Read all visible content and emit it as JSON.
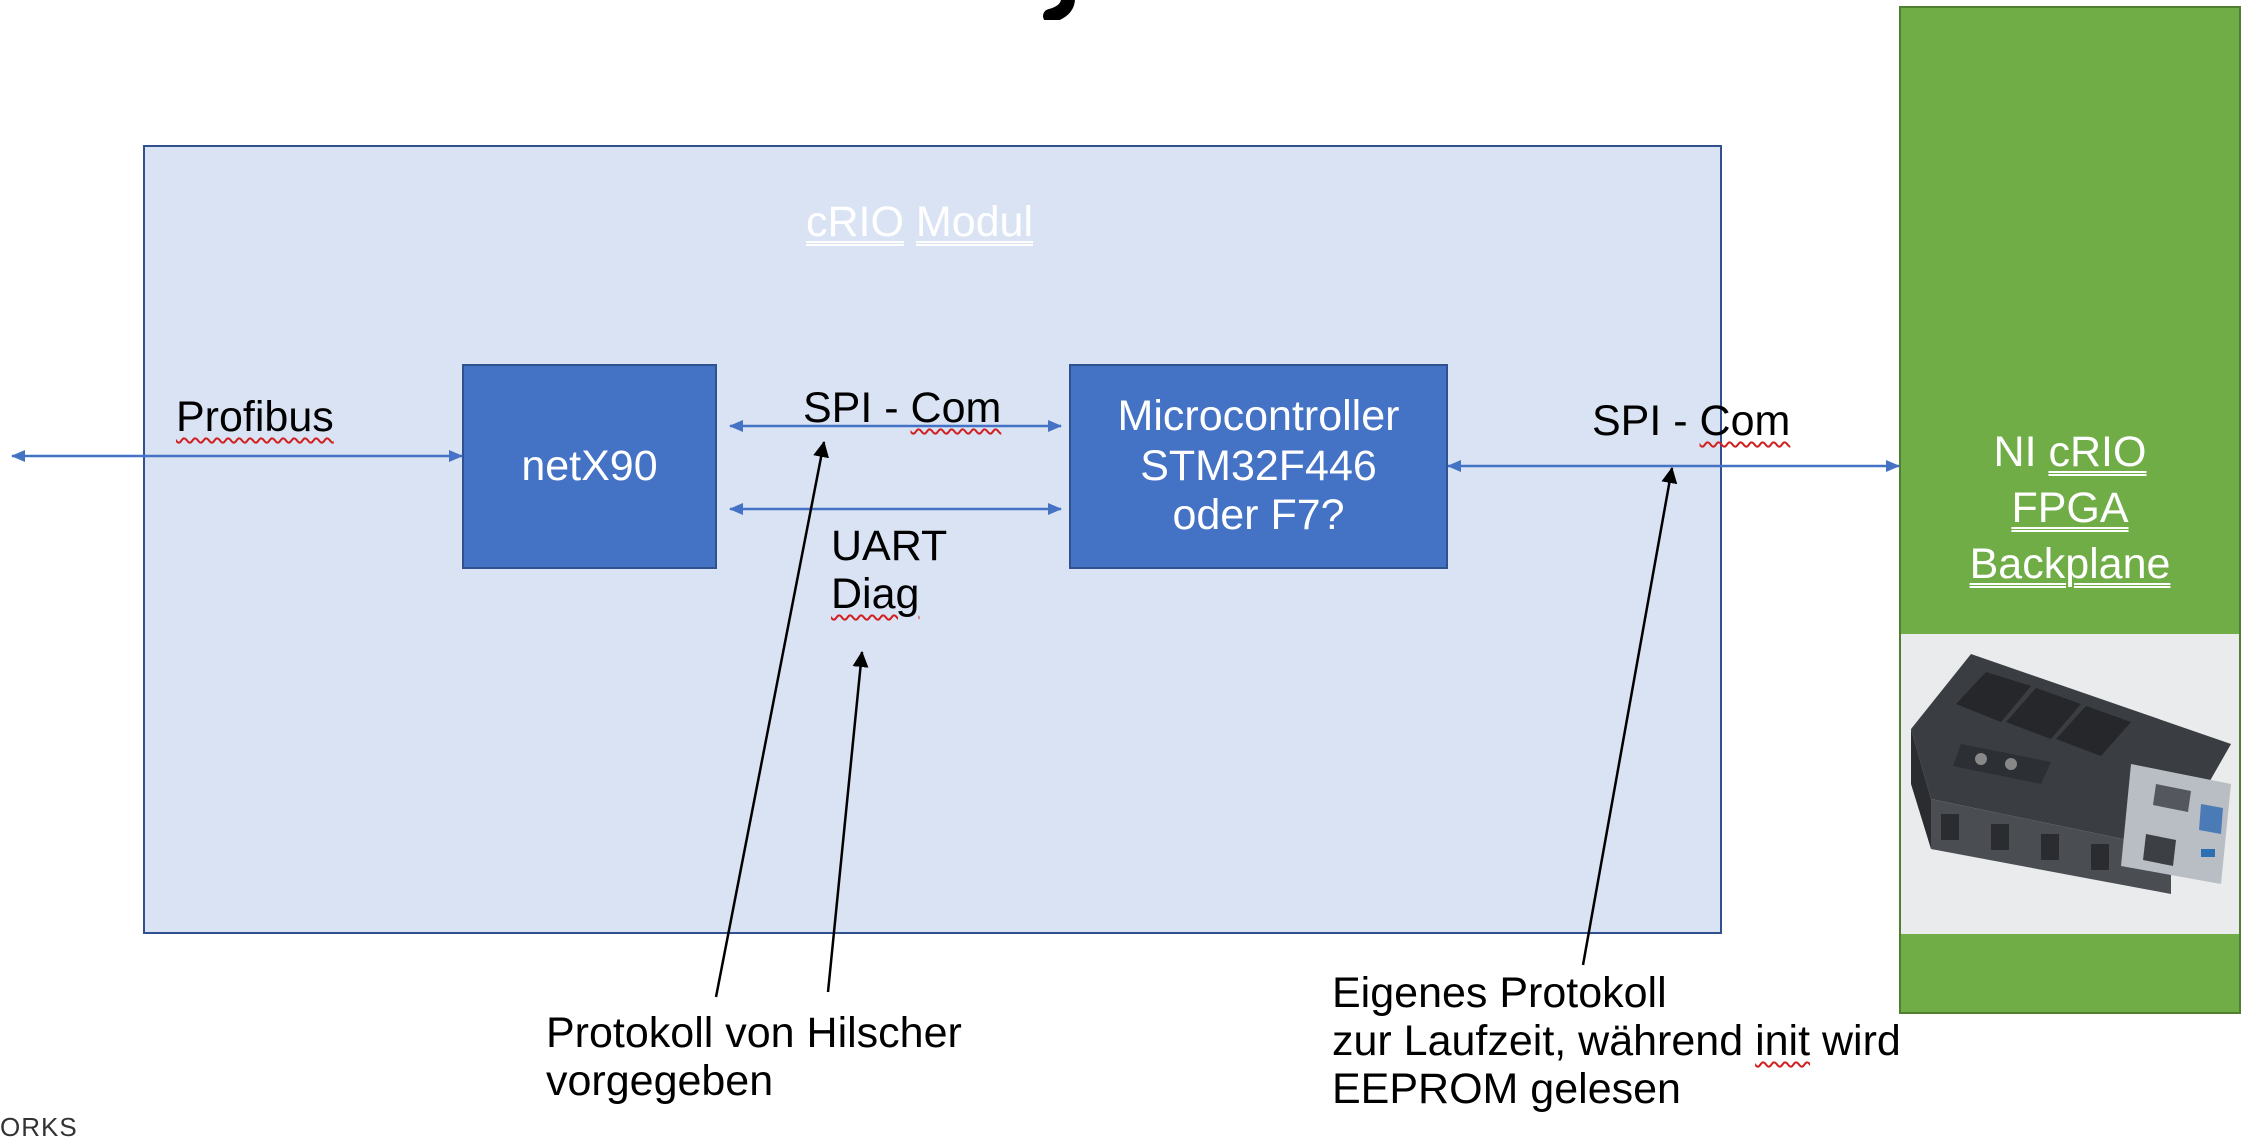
{
  "module": {
    "title_word1": "cRIO",
    "title_word2": "Modul"
  },
  "blocks": {
    "netx": "netX90",
    "mcu": {
      "line1": "Microcontroller",
      "line2": "STM32F446",
      "line3": "oder F7?"
    }
  },
  "links": {
    "profibus": "Profibus",
    "spi_internal_word1": "SPI - ",
    "spi_internal_word2": "Com",
    "uart_line1": "UART",
    "uart_line2": "Diag",
    "spi_external_word1": "SPI - ",
    "spi_external_word2": "Com"
  },
  "backplane": {
    "line1_a": "NI ",
    "line1_b": "cRIO",
    "line2": "FPGA ",
    "line3": "Backplane"
  },
  "notes": {
    "hilscher_line1": "Protokoll von Hilscher",
    "hilscher_line2": "vorgegeben",
    "own_line1": "Eigenes Protokoll",
    "own_line2_a": "zur Laufzeit, während ",
    "own_line2_b": "init",
    "own_line2_c": " wird",
    "own_line3": "EEPROM gelesen"
  },
  "footer_fragment": "ORKS",
  "colors": {
    "module_fill": "#dae3f3",
    "chip_fill": "#4472c4",
    "backplane_fill": "#70ad47",
    "arrow": "#4472c4"
  }
}
